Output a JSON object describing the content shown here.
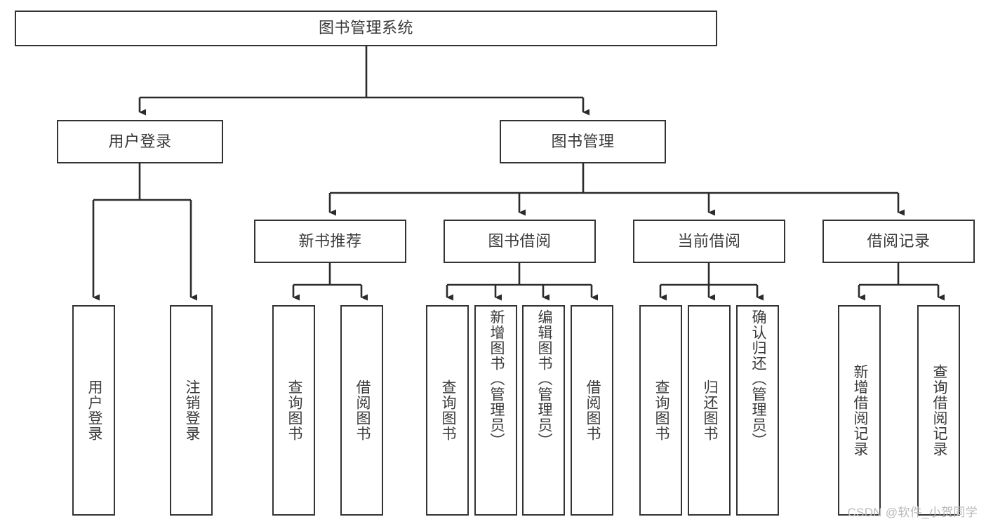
{
  "diagram": {
    "title_node": {
      "label": "图书管理系统"
    },
    "level1": [
      {
        "id": "user-login",
        "label": "用户登录"
      },
      {
        "id": "book-manage",
        "label": "图书管理"
      }
    ],
    "level2": [
      {
        "id": "new-book-recommend",
        "label": "新书推荐"
      },
      {
        "id": "book-borrow",
        "label": "图书借阅"
      },
      {
        "id": "current-borrow",
        "label": "当前借阅"
      },
      {
        "id": "borrow-record",
        "label": "借阅记录"
      }
    ],
    "leaves": {
      "user_login": [
        {
          "id": "leaf-user-login",
          "label": "用户登录"
        },
        {
          "id": "leaf-logout-login",
          "label": "注销登录"
        }
      ],
      "new_book_recommend": [
        {
          "id": "leaf-query-book-1",
          "label": "查询图书"
        },
        {
          "id": "leaf-borrow-book-1",
          "label": "借阅图书"
        }
      ],
      "book_borrow": [
        {
          "id": "leaf-query-book-2",
          "label": "查询图书"
        },
        {
          "id": "leaf-add-book-admin",
          "label": "新增图书（管理员）"
        },
        {
          "id": "leaf-edit-book-admin",
          "label": "编辑图书（管理员）"
        },
        {
          "id": "leaf-borrow-book-2",
          "label": "借阅图书"
        }
      ],
      "current_borrow": [
        {
          "id": "leaf-query-book-3",
          "label": "查询图书"
        },
        {
          "id": "leaf-return-book",
          "label": "归还图书"
        },
        {
          "id": "leaf-confirm-return-admin",
          "label": "确认归还（管理员）"
        }
      ],
      "borrow_record": [
        {
          "id": "leaf-add-borrow-record",
          "label": "新增借阅记录"
        },
        {
          "id": "leaf-query-borrow-record",
          "label": "查询借阅记录"
        }
      ]
    },
    "watermark": {
      "text": "CSDN @软件_小贺同学"
    },
    "colors": {
      "box_border": "#333333",
      "box_fill": "#ffffff",
      "text": "#3a3a3a",
      "connector": "#2b2b2b",
      "watermark": "#b9b9b9",
      "background": "#ffffff"
    }
  }
}
